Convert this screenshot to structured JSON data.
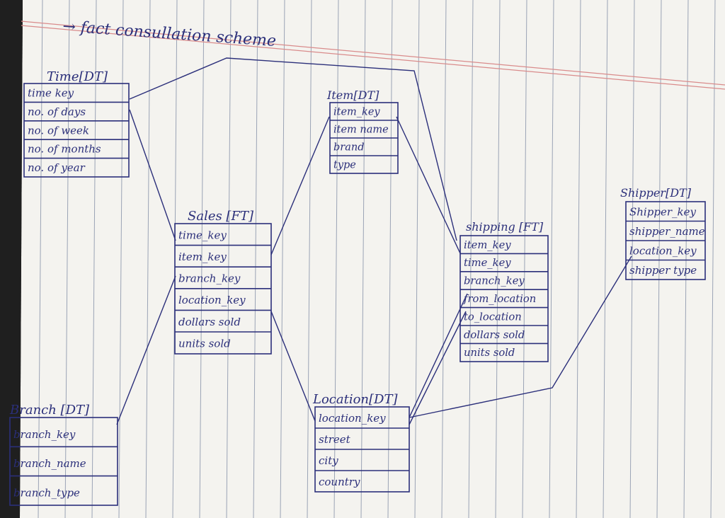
{
  "title": "→ fact consullation scheme",
  "tables": {
    "time": {
      "title": "Time[DT]",
      "rows": [
        "time key",
        "no. of days",
        "no. of week",
        "no. of months",
        "no. of year"
      ]
    },
    "item": {
      "title": "Item[DT]",
      "rows": [
        "item_key",
        "item name",
        "brand",
        "type"
      ]
    },
    "sales": {
      "title": "Sales [FT]",
      "rows": [
        "time_key",
        "item_key",
        "branch_key",
        "location_key",
        "dollars sold",
        "units sold"
      ]
    },
    "shipping": {
      "title": "shipping [FT]",
      "rows": [
        "item_key",
        "time_key",
        "branch_key",
        "from_location",
        "to_location",
        "dollars sold",
        "units sold"
      ]
    },
    "shipper": {
      "title": "Shipper[DT]",
      "rows": [
        "Shipper_key",
        "shipper_name",
        "location_key",
        "shipper type"
      ]
    },
    "branch": {
      "title": "Branch [DT]",
      "rows": [
        "branch_key",
        "branch_name",
        "branch_type"
      ]
    },
    "location": {
      "title": "Location[DT]",
      "rows": [
        "location_key",
        "street",
        "city",
        "country"
      ]
    }
  },
  "colors": {
    "ink": "#2b2f7a",
    "paper": "#f4f3ef",
    "rule": "#9aa3b5",
    "margin": "#d98b8b"
  }
}
